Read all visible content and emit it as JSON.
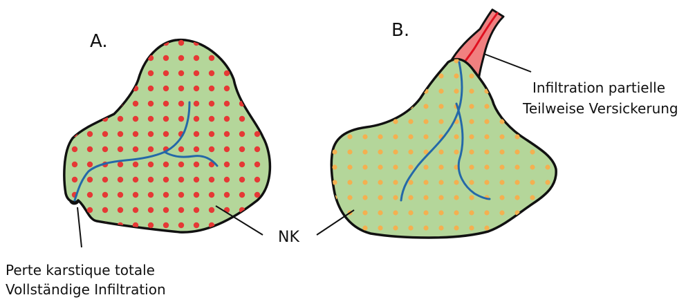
{
  "panels": {
    "a": {
      "label": "A."
    },
    "b": {
      "label": "B."
    }
  },
  "labels": {
    "perte_line1": "Perte karstique totale",
    "perte_line2": "Vollständige Infiltration",
    "infil_line1": "Infiltration partielle",
    "infil_line2": "Teilweise Versickerung",
    "nk": "NK"
  },
  "colors": {
    "area_fill": "#b4d69a",
    "outline": "#111111",
    "dots_a": "#e53935",
    "dots_b": "#f4b050",
    "stream": "#2468a8",
    "incoming_stream_fill": "#f08080",
    "incoming_stream_line": "#e01020",
    "leader_line": "#111111"
  }
}
